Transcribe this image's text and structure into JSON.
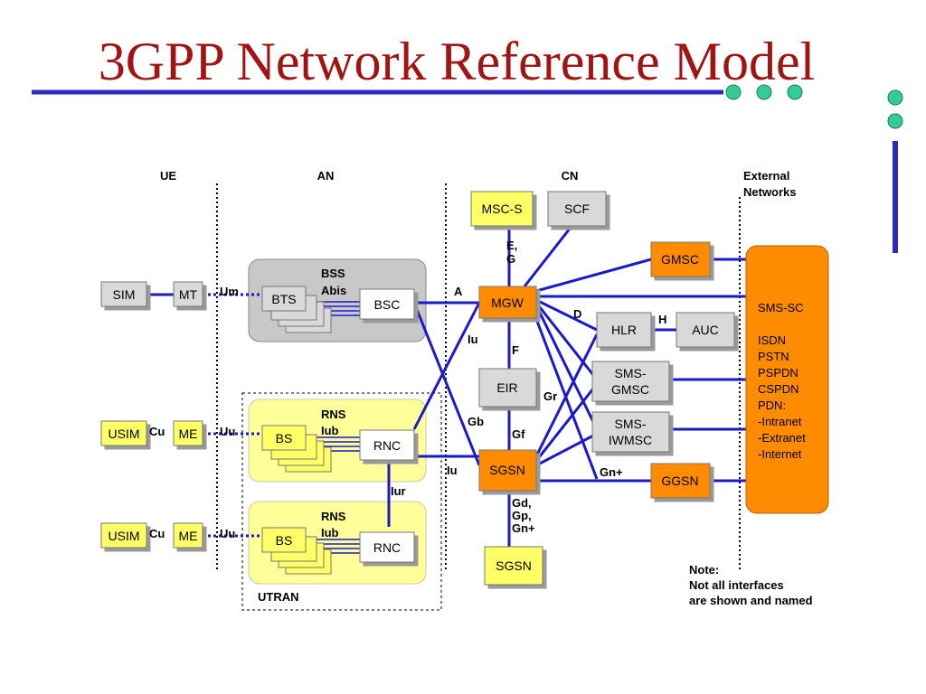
{
  "title": "3GPP Network Reference Model",
  "colors": {
    "title": "#a01414",
    "link": "#1a1acc",
    "decor": "#2a2ac0",
    "dot": "#33cc99",
    "gray": "#d9d9d9",
    "yellow": "#ffff66",
    "orange": "#ff8c00",
    "region": "#ffff99"
  },
  "sections": {
    "ue": "UE",
    "an": "AN",
    "cn": "CN",
    "ext1": "External",
    "ext2": "Networks"
  },
  "regions": {
    "bss": "BSS",
    "rns1": "RNS",
    "rns2": "RNS",
    "utran": "UTRAN"
  },
  "nodes": {
    "sim": "SIM",
    "mt": "MT",
    "usim1": "USIM",
    "me1": "ME",
    "usim2": "USIM",
    "me2": "ME",
    "bts": "BTS",
    "bsc": "BSC",
    "bs1": "BS",
    "rnc1": "RNC",
    "bs2": "BS",
    "rnc2": "RNC",
    "mscs": "MSC-S",
    "scf": "SCF",
    "mgw": "MGW",
    "eir": "EIR",
    "sgsn": "SGSN",
    "sgsn2": "SGSN",
    "gmsc": "GMSC",
    "hlr": "HLR",
    "auc": "AUC",
    "smsg1": "SMS-",
    "smsg2": "GMSC",
    "smsi1": "SMS-",
    "smsi2": "IWMSC",
    "ggsn": "GGSN"
  },
  "networks": [
    "SMS-SC",
    "",
    "ISDN",
    "PSTN",
    "PSPDN",
    "CSPDN",
    "PDN:",
    "-Intranet",
    "-Extranet",
    "-Internet"
  ],
  "interfaces": {
    "um": "Um",
    "abis": "Abis",
    "a": "A",
    "eg1": "E,",
    "eg2": "G",
    "d": "D",
    "h": "H",
    "iu1": "Iu",
    "f": "F",
    "gr": "Gr",
    "gb": "Gb",
    "gf": "Gf",
    "iu2": "Iu",
    "gn": "Gn+",
    "cu1": "Cu",
    "uu1": "Uu",
    "iub1": "Iub",
    "cu2": "Cu",
    "uu2": "Uu",
    "iub2": "Iub",
    "iur": "Iur",
    "gd1": "Gd,",
    "gd2": "Gp,",
    "gd3": "Gn+"
  },
  "note": [
    "Note:",
    "Not all interfaces",
    "are shown and named"
  ]
}
